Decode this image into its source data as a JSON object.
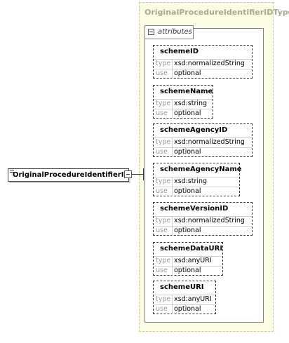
{
  "type_name": "OriginalProcedureIdentifierIDType",
  "attributes_label": "attributes",
  "element_name": "OriginalProcedureIdentifierID",
  "row_labels": {
    "type": "type",
    "use": "use"
  },
  "attributes": [
    {
      "name": "schemeID",
      "type": "xsd:normalizedString",
      "use": "optional"
    },
    {
      "name": "schemeName",
      "type": "xsd:string",
      "use": "optional"
    },
    {
      "name": "schemeAgencyID",
      "type": "xsd:normalizedString",
      "use": "optional"
    },
    {
      "name": "schemeAgencyName",
      "type": "xsd:string",
      "use": "optional"
    },
    {
      "name": "schemeVersionID",
      "type": "xsd:normalizedString",
      "use": "optional"
    },
    {
      "name": "schemeDataURI",
      "type": "xsd:anyURI",
      "use": "optional"
    },
    {
      "name": "schemeURI",
      "type": "xsd:anyURI",
      "use": "optional"
    }
  ],
  "colors": {
    "type_box_fill": "#fcfce4",
    "type_title": "#aaaa8c",
    "key_text": "#9a9a9a"
  }
}
